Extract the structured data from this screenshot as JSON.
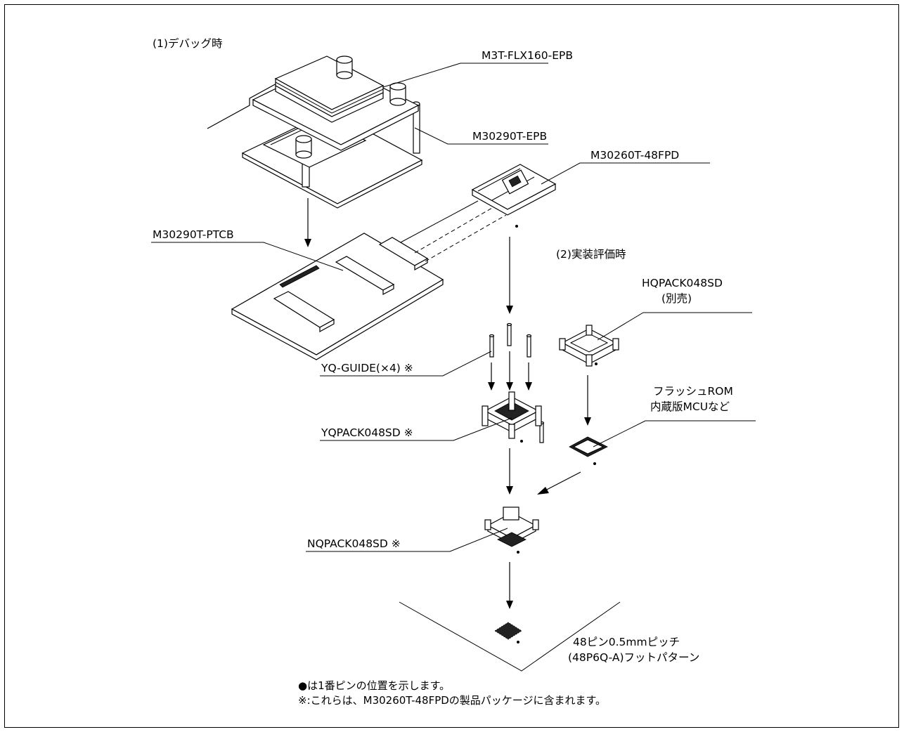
{
  "sections": {
    "debug": "(1)デバッグ時",
    "mount": "(2)実装評価時"
  },
  "labels": {
    "flx": "M3T-FLX160-EPB",
    "epb": "M30290T-EPB",
    "fpd": "M30260T-48FPD",
    "ptcb": "M30290T-PTCB",
    "hqpack": "HQPACK048SD",
    "hqpack_note": "(別売)",
    "yqguide": "YQ-GUIDE(×4) ※",
    "yqpack": "YQPACK048SD ※",
    "flash_1": "フラッシュROM",
    "flash_2": "内蔵版MCUなど",
    "nqpack": "NQPACK048SD ※",
    "foot_1": "48ピン0.5mmピッチ",
    "foot_2": "(48P6Q-A)フットパターン"
  },
  "notes": {
    "pin1": "●は1番ピンの位置を示します。",
    "included": "※:これらは、M30260T-48FPDの製品パッケージに含まれます。"
  }
}
